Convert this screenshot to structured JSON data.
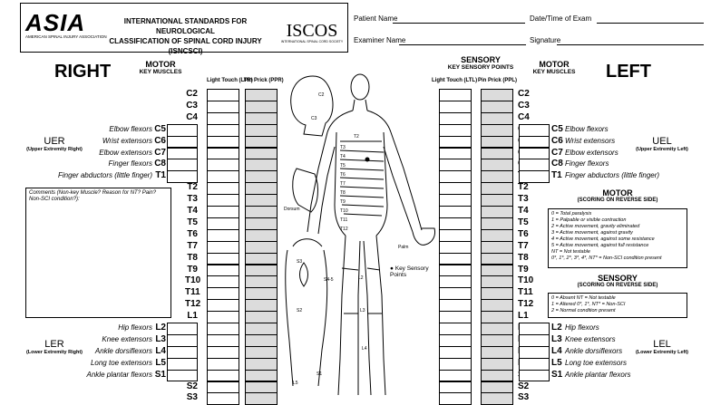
{
  "header": {
    "logo_text": "ASIA",
    "logo_sub": "AMERICAN SPINAL INJURY ASSOCIATION",
    "title_l1": "INTERNATIONAL STANDARDS FOR NEUROLOGICAL",
    "title_l2": "CLASSIFICATION OF SPINAL CORD INJURY",
    "title_l3": "(ISNCSCI)",
    "iscos": "ISCOS",
    "iscos_sub": "INTERNATIONAL SPINAL CORD SOCIETY",
    "patient_name": "Patient Name",
    "date_time": "Date/Time of Exam",
    "examiner": "Examiner Name",
    "signature": "Signature"
  },
  "right": {
    "title": "RIGHT",
    "motor": "MOTOR",
    "key_muscles": "KEY MUSCLES",
    "lt": "Light Touch (LTR)",
    "pp": "Pin Prick (PPR)",
    "uer": "UER",
    "uer_sub": "(Upper Extremity Right)",
    "ler": "LER",
    "ler_sub": "(Lower Extremity Right)"
  },
  "left": {
    "title": "LEFT",
    "sensory": "SENSORY",
    "key_points": "KEY SENSORY POINTS",
    "motor": "MOTOR",
    "key_muscles": "KEY MUSCLES",
    "lt": "Light Touch (LTL)",
    "pp": "Pin Prick (PPL)",
    "uel": "UEL",
    "uel_sub": "(Upper Extremity Left)",
    "lel": "LEL",
    "lel_sub": "(Lower Extremity Left)"
  },
  "levels": [
    "C2",
    "C3",
    "C4",
    "C5",
    "C6",
    "C7",
    "C8",
    "T1",
    "T2",
    "T3",
    "T4",
    "T5",
    "T6",
    "T7",
    "T8",
    "T9",
    "T10",
    "T11",
    "T12",
    "L1",
    "L2",
    "L3",
    "L4",
    "L5",
    "S1",
    "S2",
    "S3"
  ],
  "upper_muscles": [
    "Elbow flexors",
    "Wrist extensors",
    "Elbow extensors",
    "Finger flexors",
    "Finger abductors (little finger)"
  ],
  "lower_muscles": [
    "Hip flexors",
    "Knee extensors",
    "Ankle dorsiflexors",
    "Long toe extensors",
    "Ankle plantar flexors"
  ],
  "comments": "Comments (Non-key Muscle? Reason for NT? Pain? Non-SCI condition?):",
  "motor_legend": {
    "title": "MOTOR",
    "subtitle": "(SCORING ON REVERSE SIDE)",
    "lines": [
      "0 = Total paralysis",
      "1 = Palpable or visible contraction",
      "2 = Active movement, gravity eliminated",
      "3 = Active movement, against gravity",
      "4 = Active movement, against some resistance",
      "5 = Active movement, against full resistance",
      "NT = Not testable",
      "0*, 1*, 2*, 3*, 4*, NT* = Non-SCI condition present"
    ]
  },
  "sensory_legend": {
    "title": "SENSORY",
    "subtitle": "(SCORING ON REVERSE SIDE)",
    "lines": [
      "0 = Absent      NT = Not testable",
      "1 = Altered      0*, 1*, NT* = Non-SCI",
      "2 = Normal        condition present"
    ]
  },
  "body": {
    "key_points": "● Key Sensory Points",
    "dorsum": "Dorsum",
    "palm": "Palm",
    "s45": "S4-5"
  }
}
